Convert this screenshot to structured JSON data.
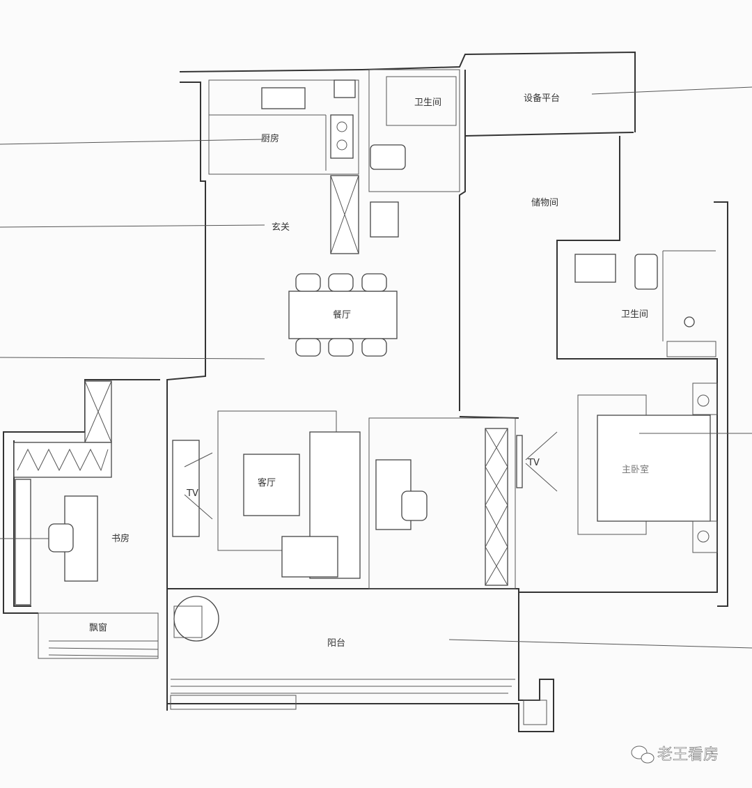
{
  "rooms": {
    "kitchen": "厨房",
    "bathroom_1": "卫生间",
    "equipment_platform": "设备平台",
    "storage": "储物间",
    "entrance": "玄关",
    "dining": "餐厅",
    "bathroom_2": "卫生间",
    "living": "客厅",
    "study": "书房",
    "master_bedroom": "主卧室",
    "bay_window": "飘窗",
    "balcony": "阳台"
  },
  "tv_labels": [
    "TV",
    "TV"
  ],
  "watermark": {
    "text": "老王看房",
    "icon": "wechat-icon"
  }
}
